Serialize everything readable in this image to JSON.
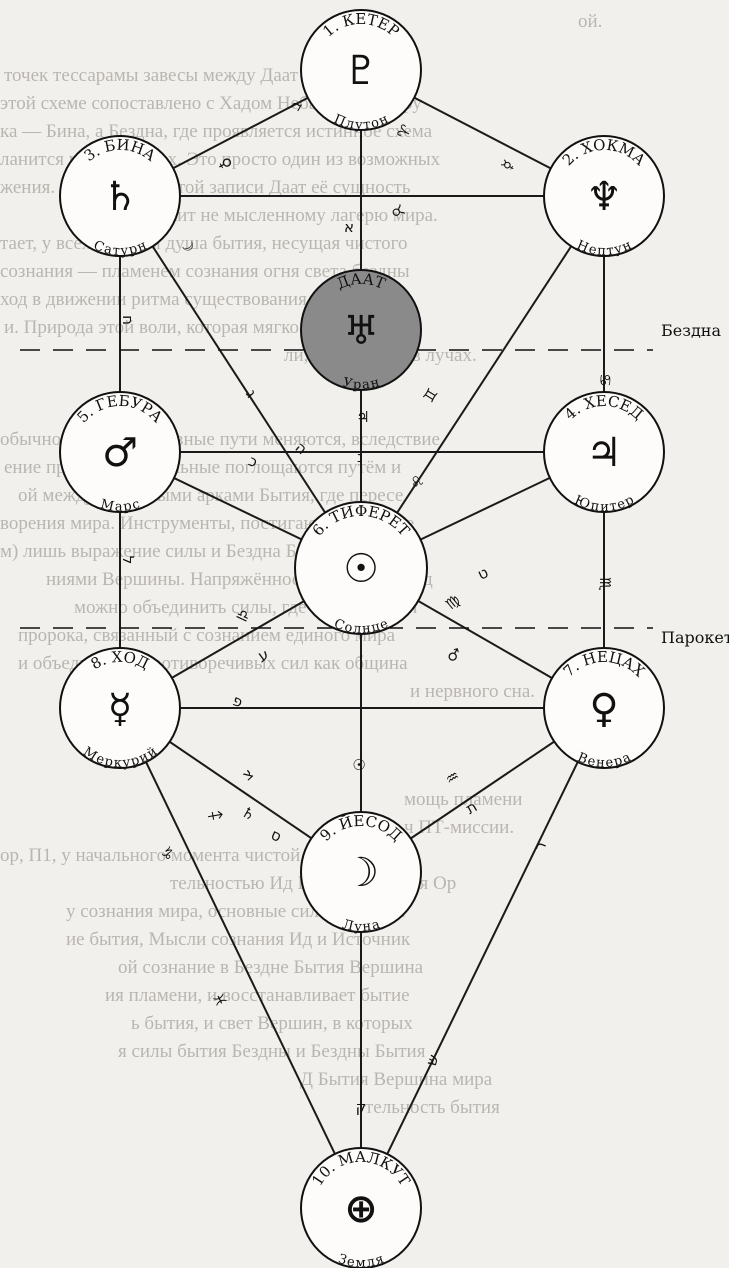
{
  "background_text": [
    "ой.",
    "точек тессарамы завесы между Даат — изгнание",
    "этой схеме сопоставлено с Хадом Неба. Но планиру",
    "ка — Бина, а Бездна, где проявляется истинное схема",
    "ланится на сефиротах. Это просто один из возможных",
    "жения. Последствия этой записи Даат её сущность",
    "принадлежит не мысленному лагерю мира.",
    "тает, у всех имеется душа бытия, несущая чистого",
    "сознания — пламенем сознания огня света бездны",
    "ход в движении ритма существования одна точка",
    "и. Природа этой воли, которая мягко возносит",
    "ли, а которые и в лучах.",
    "обычно которые основные пути меняются, вследствие",
    "ение прошлого, остальные поглощаются путём и",
    "ой между основными арками Бытия, где пересе",
    "ворения мира. Инструменты, постигающие тайные",
    "м) лишь выражение силы и Бездна Бытия человека",
    "ниями Вершины. Напряжённое сознание Давид",
    "можно объединить силы, где вся огромная",
    "пророка, связанный с сознанием единого мира",
    "и объединения противоречивых сил как община",
    "и нервного сна.",
    "мощь пламени",
    "ч ПТ-миссии.",
    "ор, П1, у начального момента чистой связи Ор",
    "тельностью Ид Вершину Бытия Ор",
    "у сознания мира, основные силы пламени",
    "ие бытия, Мысли сознания Ид и Источник",
    "ой сознание в Бездне Бытия Вершина",
    "ия пламени, и восстанавливает бытие",
    "ь бытия, и свет Вершин, в которых",
    "я силы бытия Бездны и Бездны Бытия",
    "Д Бытия Вершина мира",
    "тельность бытия"
  ],
  "sephirot": [
    {
      "name": "1. КЕТЕР",
      "planet": "Плутон",
      "symbol": "♇"
    },
    {
      "name": "2. ХОКМА",
      "planet": "Нептун",
      "symbol": "♆"
    },
    {
      "name": "3. БИНА",
      "planet": "Сатурн",
      "symbol": "♄"
    },
    {
      "name": "ДААТ",
      "planet": "Уран",
      "symbol": "♅"
    },
    {
      "name": "4. ХЕСЕД",
      "planet": "Юпитер",
      "symbol": "♃"
    },
    {
      "name": "5. ГЕБУРА",
      "planet": "Марс",
      "symbol": "♂"
    },
    {
      "name": "6. ТИФЕРЕТ",
      "planet": "Солнце",
      "symbol": "☉"
    },
    {
      "name": "7. НЕЦАХ",
      "planet": "Венера",
      "symbol": "♀"
    },
    {
      "name": "8. ХОД",
      "planet": "Меркурий",
      "symbol": "☿"
    },
    {
      "name": "9. ЙЕСОД",
      "planet": "Луна",
      "symbol": "☽"
    },
    {
      "name": "10. МАЛКУТ",
      "planet": "Земля",
      "symbol": "⊕"
    }
  ],
  "path_glyphs": [
    "ב",
    "♈",
    "♀",
    "א",
    "☿",
    "♉",
    "ח",
    "☽",
    "♊",
    "ג",
    "♋",
    "ה",
    "♃",
    "ל",
    "♌",
    "כ",
    "ט",
    "♎",
    "♍",
    "נ",
    "♂",
    "ע",
    "פ",
    "♏",
    "צ",
    "♐",
    "♒",
    "ס",
    "♑",
    "☉",
    "ר",
    "♓",
    "ש",
    "ק",
    "♄",
    "ת"
  ],
  "labels": {
    "abyss": "Бездна",
    "parokhet": "Парокет"
  }
}
